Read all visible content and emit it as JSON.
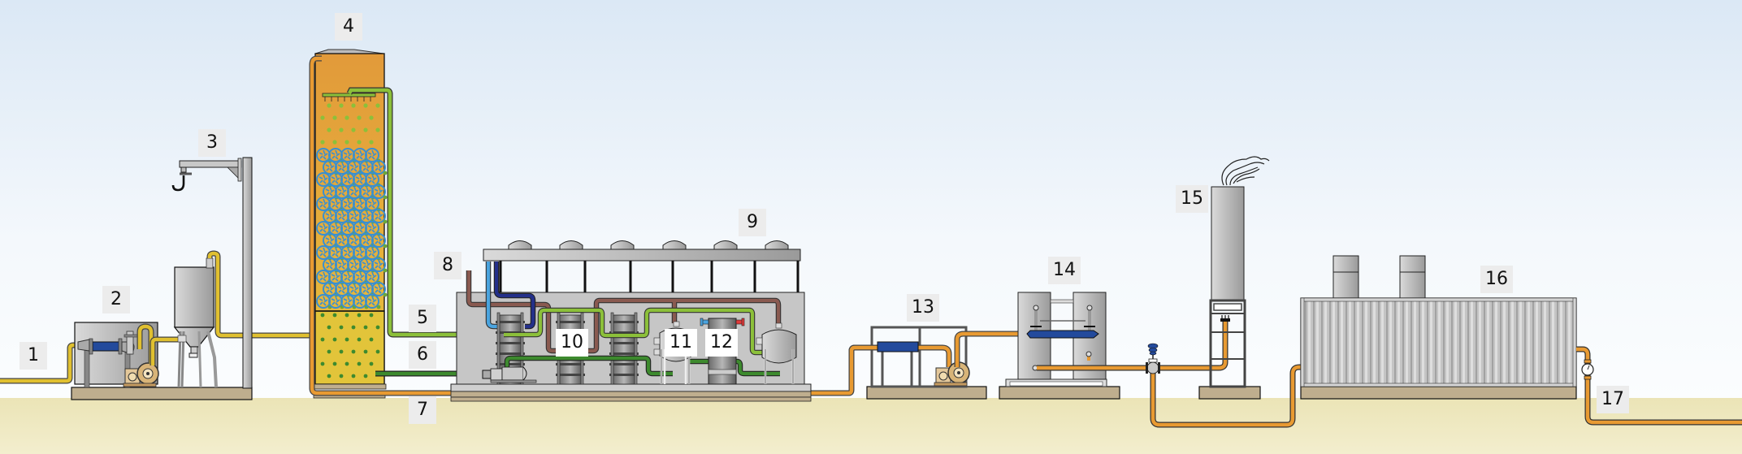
{
  "diagram": {
    "type": "process-flow",
    "subject": "Industrial gas treatment / upgrading plant, left-to-right flow",
    "colors": {
      "sky_top": "#dde9f5",
      "sky_bottom": "#f7fafd",
      "ground": "#ede6bb",
      "foundation": "#bfae8e",
      "gas_pipe_yellow": "#e0c030",
      "gas_pipe_orange": "#e89a32",
      "liquid_green_light": "#8cc03a",
      "liquid_green_dark": "#3d8a2e",
      "coolant_brown": "#8a5a50",
      "coolant_blue_light": "#4aa4df",
      "coolant_blue_dark": "#24308a",
      "equipment_blue": "#234a9c",
      "steel_gray": "#b8b8b8",
      "scrubber_orange": "#e2a03a",
      "scrubber_yellow": "#e2c43a"
    },
    "labels": [
      {
        "id": "1",
        "text": "1",
        "component": "inlet-gas-pipe"
      },
      {
        "id": "2",
        "text": "2",
        "component": "heat-exchanger-and-blower-skid"
      },
      {
        "id": "3",
        "text": "3",
        "component": "chemical-dosing-silo-with-jib-crane"
      },
      {
        "id": "4",
        "text": "4",
        "component": "scrubber-tower"
      },
      {
        "id": "5",
        "text": "5",
        "component": "scrubbing-liquid-return-line"
      },
      {
        "id": "6",
        "text": "6",
        "component": "scrubbing-liquid-feed-line"
      },
      {
        "id": "7",
        "text": "7",
        "component": "scrubbed-gas-outlet-line"
      },
      {
        "id": "8",
        "text": "8",
        "component": "coolant-circuit"
      },
      {
        "id": "9",
        "text": "9",
        "component": "dry-cooler"
      },
      {
        "id": "10",
        "text": "10",
        "component": "plate-heat-exchangers"
      },
      {
        "id": "11",
        "text": "11",
        "component": "separator-vessel"
      },
      {
        "id": "12",
        "text": "12",
        "component": "reheater"
      },
      {
        "id": "13",
        "text": "13",
        "component": "blower-skid"
      },
      {
        "id": "14",
        "text": "14",
        "component": "activated-carbon-filters"
      },
      {
        "id": "15",
        "text": "15",
        "component": "flare-stack"
      },
      {
        "id": "16",
        "text": "16",
        "component": "chp-container-unit"
      },
      {
        "id": "17",
        "text": "17",
        "component": "outlet-with-gas-meter"
      }
    ]
  }
}
